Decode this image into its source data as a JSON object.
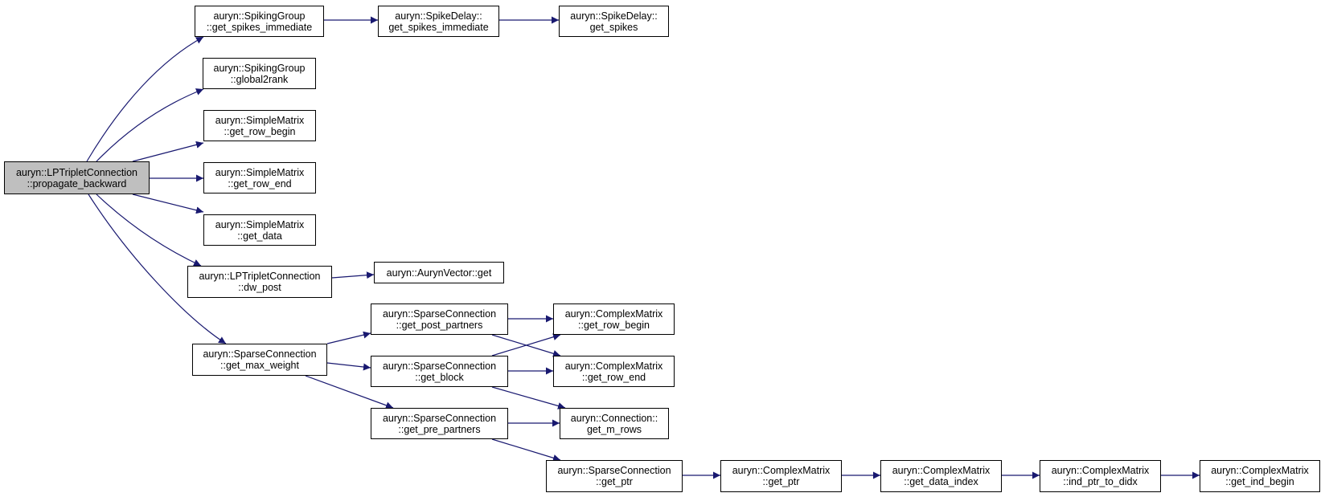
{
  "graph": {
    "edge_color": "#191970",
    "root_fill": "#bfbfbf",
    "nodes": {
      "root": {
        "line1": "auryn::LPTripletConnection",
        "line2": "::propagate_backward"
      },
      "sg_get_spikes_immediate": {
        "line1": "auryn::SpikingGroup",
        "line2": "::get_spikes_immediate"
      },
      "sd_get_spikes_immediate": {
        "line1": "auryn::SpikeDelay::",
        "line2": "get_spikes_immediate"
      },
      "sd_get_spikes": {
        "line1": "auryn::SpikeDelay::",
        "line2": "get_spikes"
      },
      "sg_global2rank": {
        "line1": "auryn::SpikingGroup",
        "line2": "::global2rank"
      },
      "sm_get_row_begin": {
        "line1": "auryn::SimpleMatrix",
        "line2": "::get_row_begin"
      },
      "sm_get_row_end": {
        "line1": "auryn::SimpleMatrix",
        "line2": "::get_row_end"
      },
      "sm_get_data": {
        "line1": "auryn::SimpleMatrix",
        "line2": "::get_data"
      },
      "lpt_dw_post": {
        "line1": "auryn::LPTripletConnection",
        "line2": "::dw_post"
      },
      "av_get": {
        "line1": "auryn::AurynVector::get",
        "line2": ""
      },
      "sc_get_max_weight": {
        "line1": "auryn::SparseConnection",
        "line2": "::get_max_weight"
      },
      "sc_get_post_partners": {
        "line1": "auryn::SparseConnection",
        "line2": "::get_post_partners"
      },
      "sc_get_block": {
        "line1": "auryn::SparseConnection",
        "line2": "::get_block"
      },
      "sc_get_pre_partners": {
        "line1": "auryn::SparseConnection",
        "line2": "::get_pre_partners"
      },
      "cm_get_row_begin": {
        "line1": "auryn::ComplexMatrix",
        "line2": "::get_row_begin"
      },
      "cm_get_row_end": {
        "line1": "auryn::ComplexMatrix",
        "line2": "::get_row_end"
      },
      "conn_get_m_rows": {
        "line1": "auryn::Connection::",
        "line2": "get_m_rows"
      },
      "sc_get_ptr": {
        "line1": "auryn::SparseConnection",
        "line2": "::get_ptr"
      },
      "cm_get_ptr": {
        "line1": "auryn::ComplexMatrix",
        "line2": "::get_ptr"
      },
      "cm_get_data_index": {
        "line1": "auryn::ComplexMatrix",
        "line2": "::get_data_index"
      },
      "cm_ind_ptr_to_didx": {
        "line1": "auryn::ComplexMatrix",
        "line2": "::ind_ptr_to_didx"
      },
      "cm_get_ind_begin": {
        "line1": "auryn::ComplexMatrix",
        "line2": "::get_ind_begin"
      }
    }
  }
}
